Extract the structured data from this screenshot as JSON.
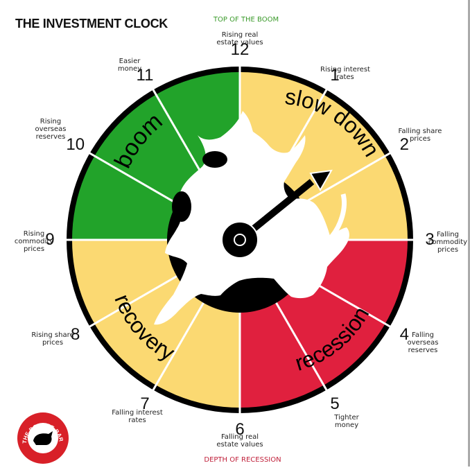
{
  "title": "THE INVESTMENT CLOCK",
  "top_caption": "TOP OF THE BOOM",
  "bottom_caption": "DEPTH OF RECESSION",
  "phases": {
    "boom": "boom",
    "slow_down": "slow down",
    "recession": "recession",
    "recovery": "recovery"
  },
  "colors": {
    "boom": "#22a32a",
    "slow_down": "#fbd972",
    "recession": "#e0203e",
    "recovery": "#fbd972",
    "rim": "#000000"
  },
  "hours": [
    {
      "n": "12",
      "label": "Rising real\nestate values"
    },
    {
      "n": "1",
      "label": "Rising interest\nrates"
    },
    {
      "n": "2",
      "label": "Falling share\nprices"
    },
    {
      "n": "3",
      "label": "Falling\ncommodity\nprices"
    },
    {
      "n": "4",
      "label": "Falling\noverseas\nreserves"
    },
    {
      "n": "5",
      "label": "Tighter\nmoney"
    },
    {
      "n": "6",
      "label": "Falling real\nestate values"
    },
    {
      "n": "7",
      "label": "Falling interest\nrates"
    },
    {
      "n": "8",
      "label": "Rising share\nprices"
    },
    {
      "n": "9",
      "label": "Rising\ncommodity\nprices"
    },
    {
      "n": "10",
      "label": "Rising\noverseas\nreserves"
    },
    {
      "n": "11",
      "label": "Easier\nmoney"
    }
  ],
  "logo_text": "THE BOURSE BARON"
}
